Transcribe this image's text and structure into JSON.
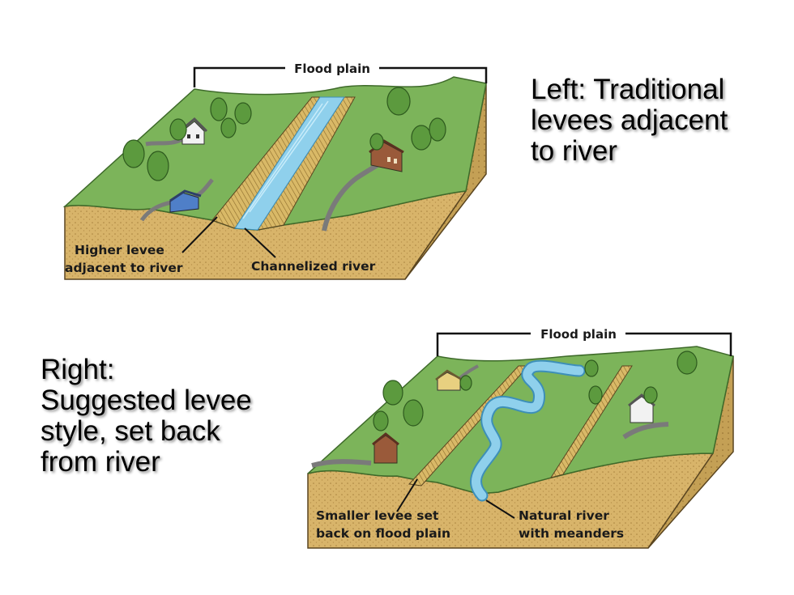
{
  "top_diagram": {
    "flood_plain_label": "Flood plain",
    "callouts": {
      "levee_line1": "Higher levee",
      "levee_line2": "adjacent to river",
      "river": "Channelized river"
    }
  },
  "bottom_diagram": {
    "flood_plain_label": "Flood plain",
    "callouts": {
      "levee_line1": "Smaller levee set",
      "levee_line2": "back on flood plain",
      "river_line1": "Natural river",
      "river_line2": "with meanders"
    }
  },
  "captions": {
    "top": [
      "Left: Traditional",
      "levees adjacent",
      "to river"
    ],
    "bottom": [
      "Right:",
      "Suggested levee",
      "style, set back",
      "from river"
    ]
  },
  "colors": {
    "grass": "#7cb45a",
    "soil": "#d8b46a",
    "water": "#8fd0ec",
    "levee": "#d2b05c"
  }
}
